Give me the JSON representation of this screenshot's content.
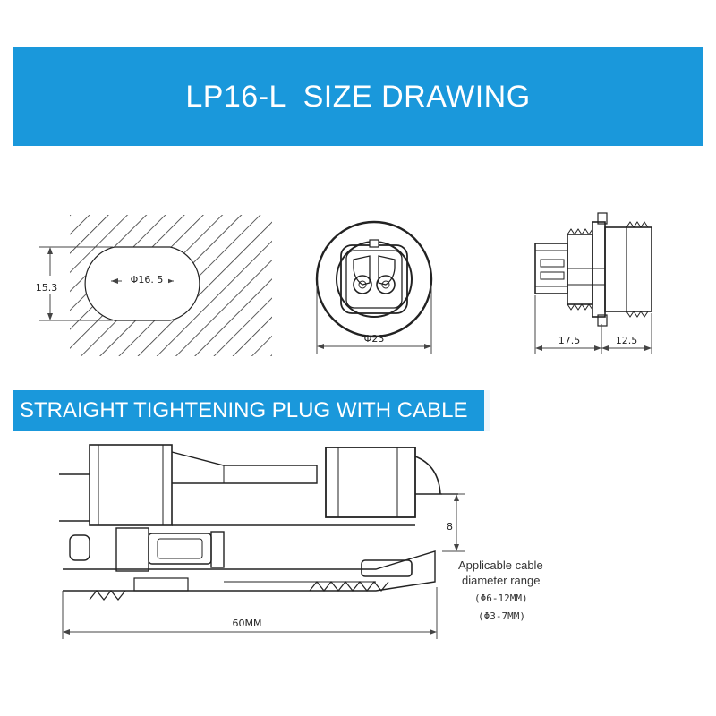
{
  "header": {
    "title": "LP16-L  SIZE DRAWING"
  },
  "panel_cutout": {
    "dim_height": "15.3",
    "dim_hole": "Φ16. 5"
  },
  "front_view": {
    "dim_diameter": "Φ23"
  },
  "side_view": {
    "dim_left": "17.5",
    "dim_right": "12.5"
  },
  "section": {
    "title": "STRAIGHT TIGHTENING PLUG WITH CABLE"
  },
  "plug_drawing": {
    "dim_length": "60MM",
    "dim_step": "8",
    "cable_note_line1": "Applicable cable",
    "cable_note_line2": "diameter range",
    "range1": "(Φ6-12MM)",
    "range2": "(Φ3-7MM)"
  },
  "colors": {
    "accent": "#1a98db",
    "line": "#333333"
  }
}
